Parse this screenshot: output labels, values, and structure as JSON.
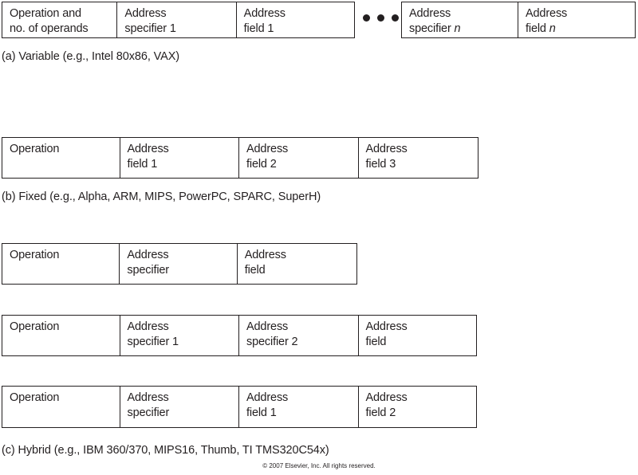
{
  "figure": {
    "title_absent": true,
    "copyright": "© 2007 Elsevier, Inc. All rights reserved."
  },
  "variable_format": {
    "caption": "(a) Variable (e.g., Intel 80x86, VAX)",
    "left_group": {
      "cells": [
        "Operation and\nno. of operands",
        "Address\nspecifier 1",
        "Address\nfield 1"
      ]
    },
    "ellipsis": "• • •",
    "right_group": {
      "cells_prefix": [
        "Address\nspecifier ",
        "Address\nfield "
      ],
      "cells": [
        {
          "line1": "Address",
          "line2_text": "specifier ",
          "line2_italic": "n"
        },
        {
          "line1": "Address",
          "line2_text": "field ",
          "line2_italic": "n"
        }
      ]
    }
  },
  "fixed_format": {
    "caption": "(b) Fixed (e.g., Alpha, ARM, MIPS, PowerPC, SPARC, SuperH)",
    "cells": [
      "Operation",
      "Address\nfield 1",
      "Address\nfield 2",
      "Address\nfield 3"
    ]
  },
  "hybrid_format": {
    "caption": "(c) Hybrid (e.g., IBM 360/370,  MIPS16, Thumb, TI TMS320C54x)",
    "rows": [
      {
        "cells": [
          "Operation",
          "Address\nspecifier",
          "Address\nfield"
        ]
      },
      {
        "cells": [
          "Operation",
          "Address\nspecifier 1",
          "Address\nspecifier 2",
          "Address\nfield"
        ]
      },
      {
        "cells": [
          "Operation",
          "Address\nspecifier",
          "Address\nfield 1",
          "Address\nfield 2"
        ]
      }
    ]
  },
  "colors": {
    "stroke": "#231f20",
    "background": "#ffffff",
    "text": "#231f20"
  }
}
